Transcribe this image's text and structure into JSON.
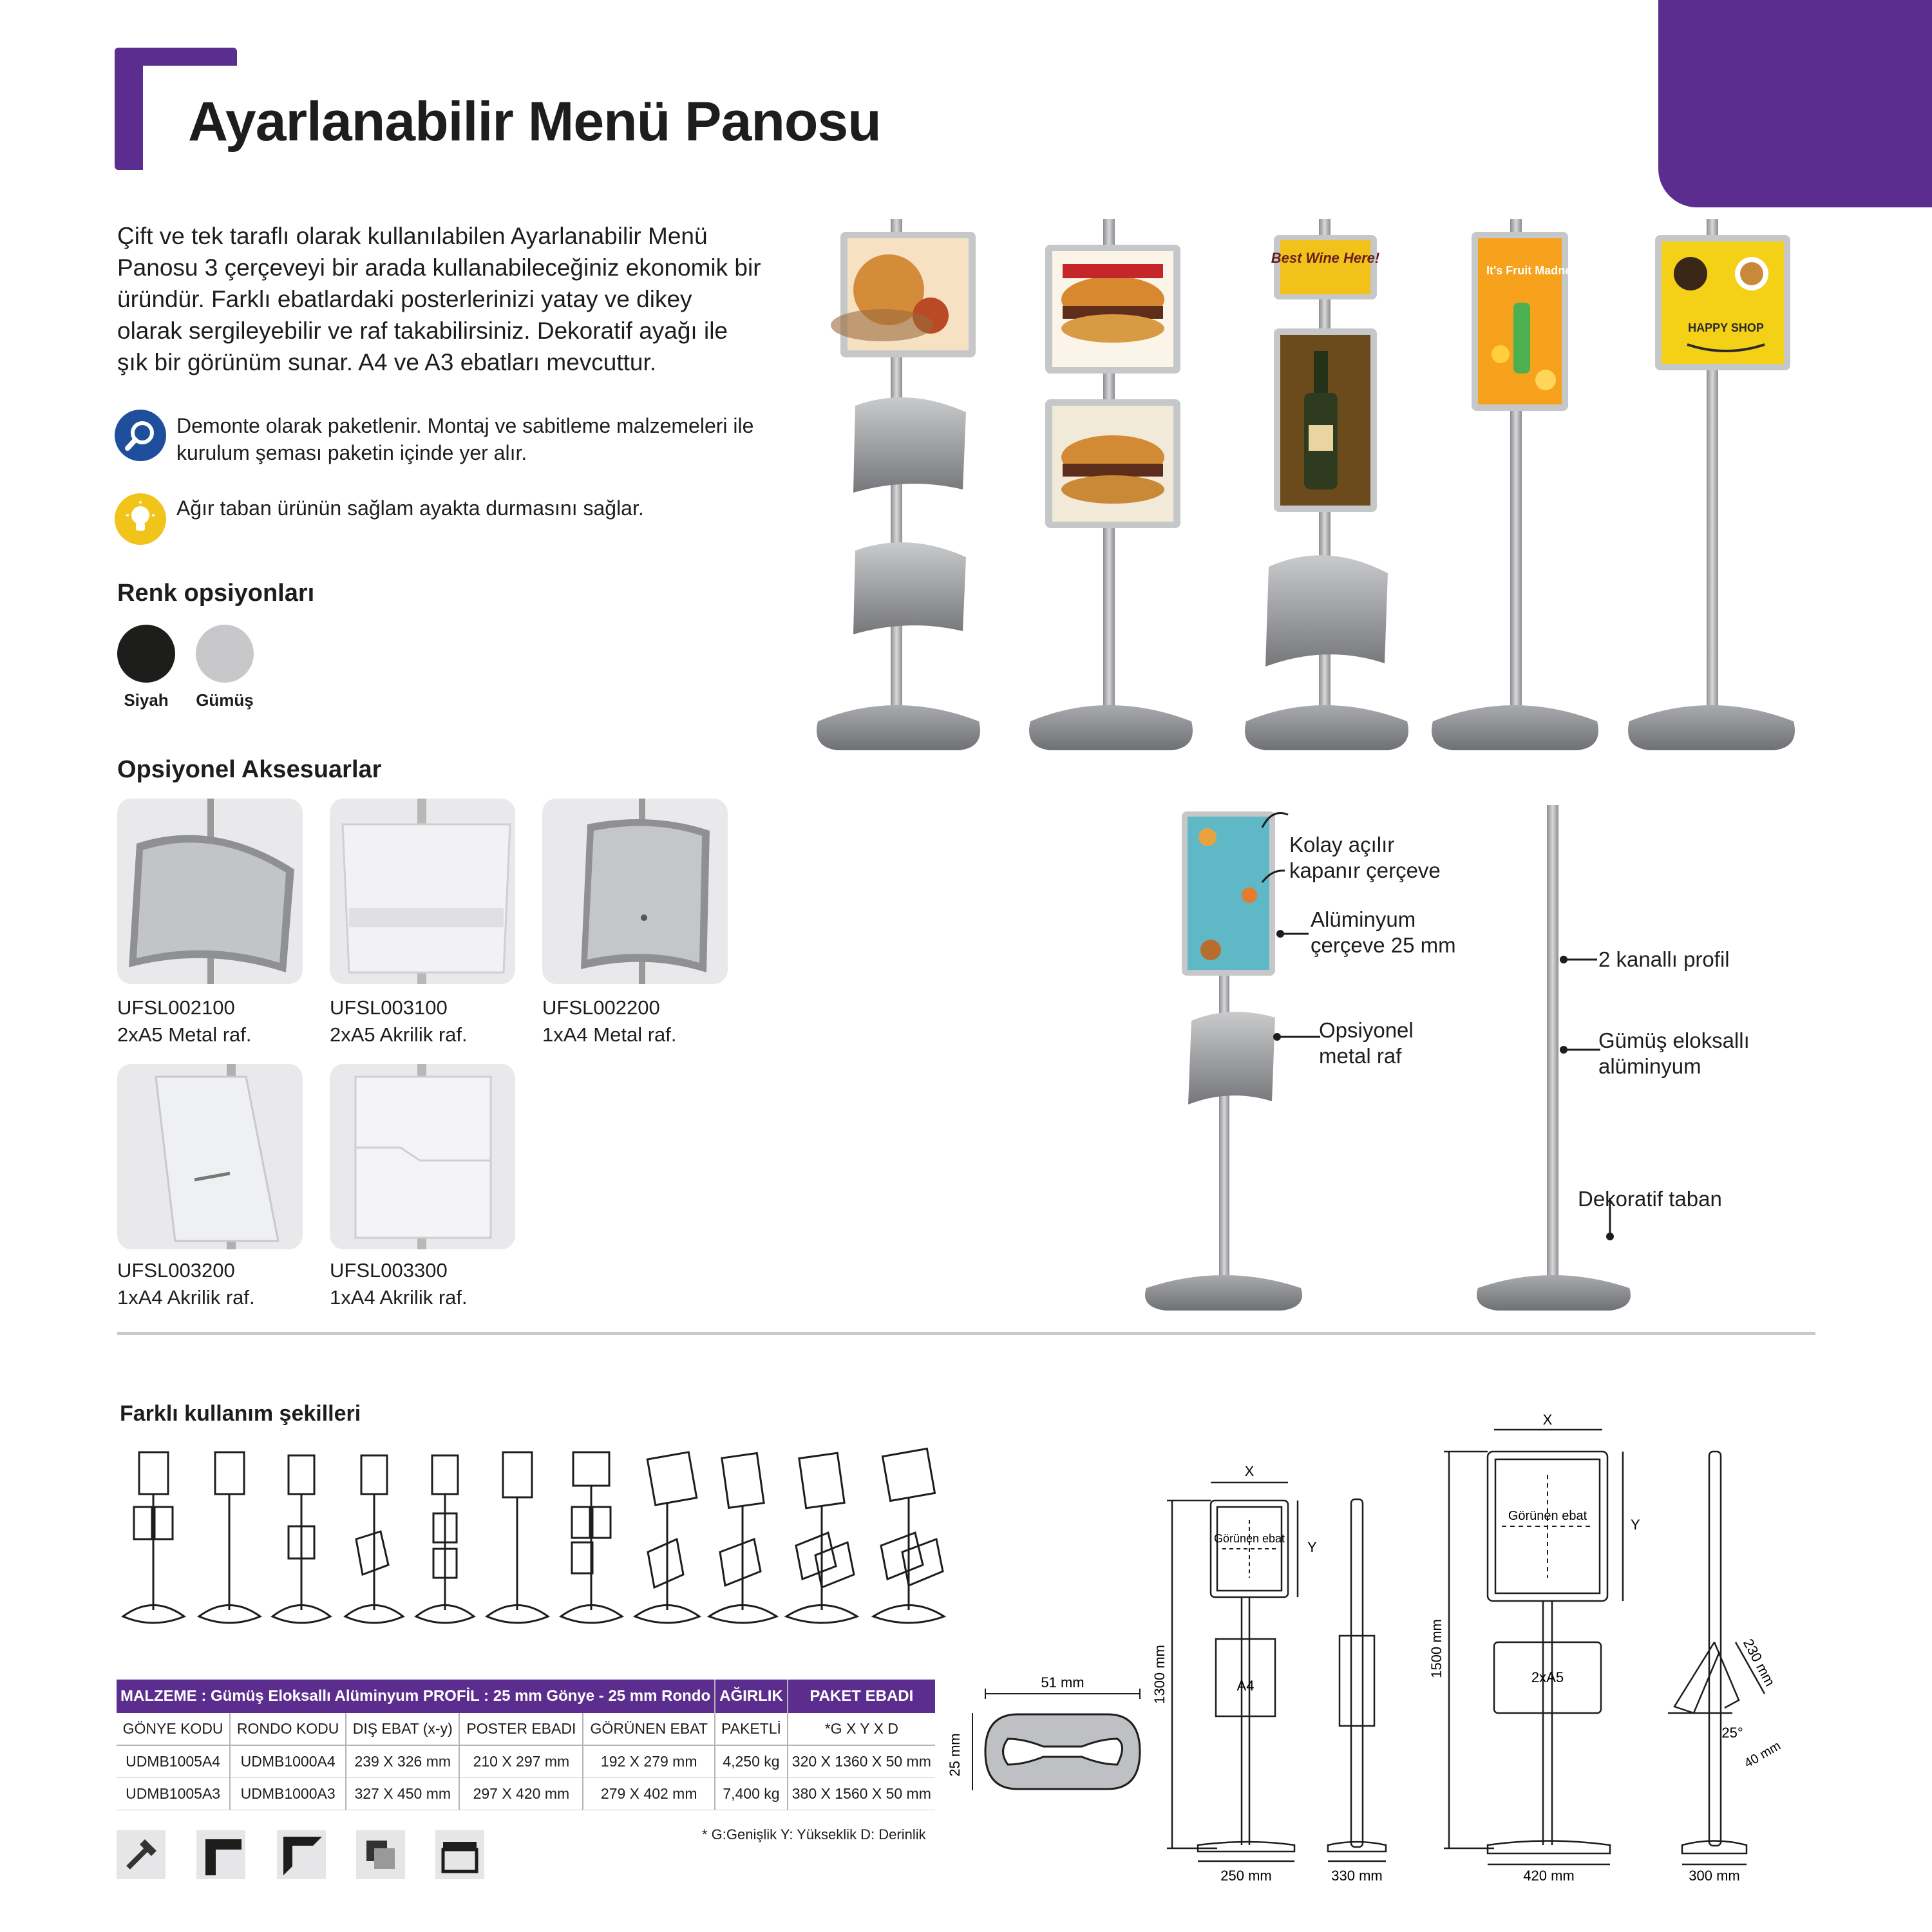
{
  "header": {
    "title": "Ayarlanabilir Menü Panosu"
  },
  "intro": {
    "text": "Çift ve tek taraflı olarak kullanılabilen Ayarlanabilir Menü Panosu 3 çerçeveyi bir arada kullanabileceğiniz ekonomik bir üründür. Farklı ebatlardaki posterlerinizi yatay ve dikey olarak sergileyebilir ve raf takabilirsiniz. Dekoratif ayağı ile şık bir görünüm sunar. A4 ve A3 ebatları mevcuttur."
  },
  "features": [
    {
      "icon": "magnifier-icon",
      "text": "Demonte olarak paketlenir. Montaj ve sabitleme malzemeleri ile kurulum şeması paketin içinde yer alır."
    },
    {
      "icon": "lightbulb-icon",
      "text": "Ağır taban ürünün sağlam ayakta durmasını sağlar."
    }
  ],
  "colors": {
    "heading": "Renk opsiyonları",
    "options": [
      {
        "label": "Siyah",
        "hex": "#1d1d1b"
      },
      {
        "label": "Gümüş",
        "hex": "#c8c8ca"
      }
    ],
    "accent": "#5b2d8e"
  },
  "accessories": {
    "heading": "Opsiyonel Aksesuarlar",
    "items": [
      {
        "code": "UFSL002100",
        "desc": "2xA5 Metal raf."
      },
      {
        "code": "UFSL003100",
        "desc": "2xA5 Akrilik raf."
      },
      {
        "code": "UFSL002200",
        "desc": "1xA4 Metal raf."
      },
      {
        "code": "UFSL003200",
        "desc": "1xA4 Akrilik raf."
      },
      {
        "code": "UFSL003300",
        "desc": "1xA4 Akrilik raf."
      }
    ]
  },
  "posters": {
    "p1": "",
    "p2": "",
    "p3_title": "Best Wine Here!",
    "p4_title": "It's Fruit Madness",
    "p5_title": "HAPPY SHOP"
  },
  "callouts": {
    "frame": "Kolay açılır kapanır çerçeve",
    "aluminium": "Alüminyum çerçeve 25 mm",
    "shelf": "Opsiyonel metal raf",
    "profile": "2 kanallı profil",
    "anodized": "Gümüş eloksallı alüminyum",
    "base": "Dekoratif taban"
  },
  "usage": {
    "heading": "Farklı kullanım şekilleri"
  },
  "table": {
    "material_header": "MALZEME : Gümüş Eloksallı Alüminyum PROFİL : 25 mm Gönye - 25 mm Rondo",
    "weight_header": "AĞIRLIK",
    "package_header": "PAKET EBADI",
    "columns": [
      "GÖNYE KODU",
      "RONDO KODU",
      "DIŞ EBAT (x-y)",
      "POSTER EBADI",
      "GÖRÜNEN EBAT",
      "PAKETLİ",
      "*G X Y X D"
    ],
    "rows": [
      [
        "UDMB1005A4",
        "UDMB1000A4",
        "239 X 326 mm",
        "210 X 297 mm",
        "192 X 279 mm",
        "4,250 kg",
        "320 X 1360 X 50 mm"
      ],
      [
        "UDMB1005A3",
        "UDMB1000A3",
        "327 X 450 mm",
        "297 X 420 mm",
        "279 X 402 mm",
        "7,400 kg",
        "380 X 1560 X 50 mm"
      ]
    ],
    "note": "* G:Genişlik  Y: Yükseklik  D: Derinlik"
  },
  "drawings": {
    "profile_width": "51 mm",
    "profile_height": "25 mm",
    "x": "X",
    "y": "Y",
    "visible": "Görünen ebat",
    "a4": "A4",
    "a5": "2xA5",
    "h1300": "1300 mm",
    "h1500": "1500 mm",
    "w250": "250 mm",
    "w330": "330 mm",
    "w420": "420 mm",
    "w300": "300 mm",
    "d230": "230 mm",
    "d40": "40 mm",
    "angle": "25°"
  }
}
